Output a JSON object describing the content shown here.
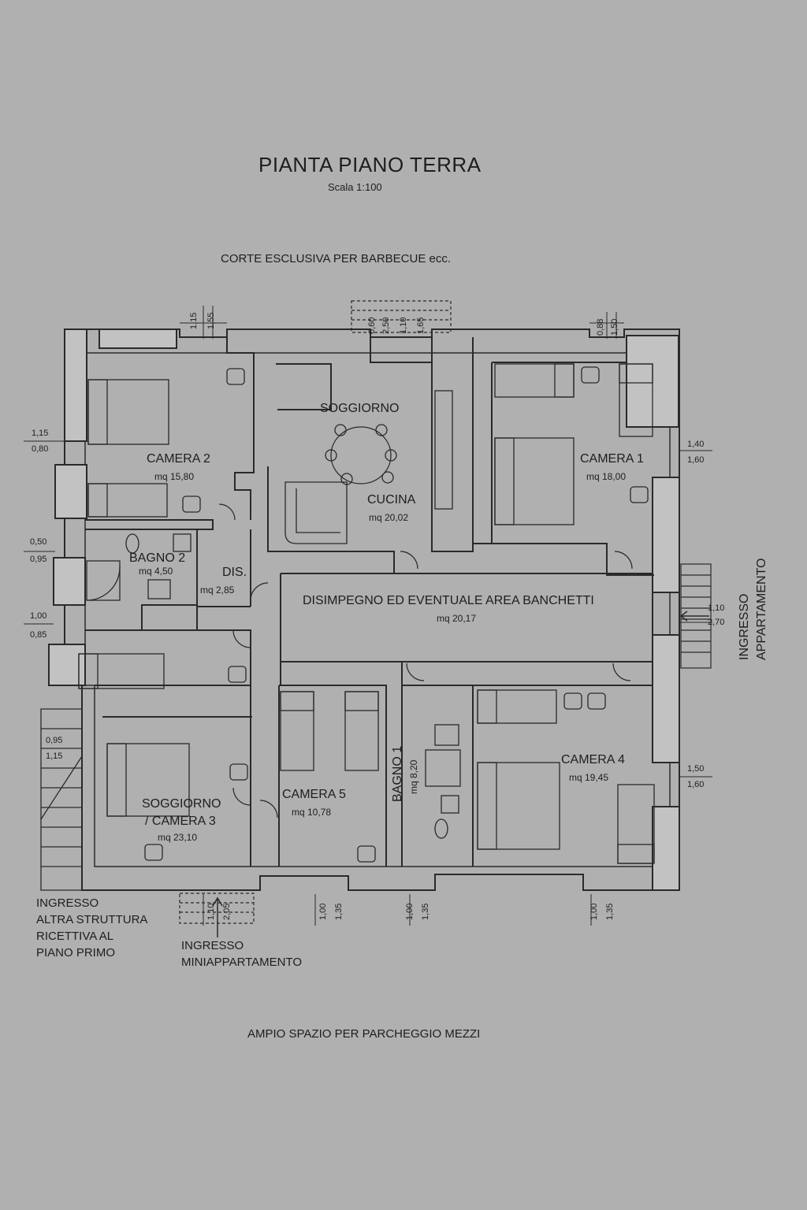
{
  "header": {
    "title": "PIANTA PIANO TERRA",
    "scale": "Scala 1:100"
  },
  "surroundings": {
    "top": "CORTE ESCLUSIVA PER BARBECUE ecc.",
    "bottom": "AMPIO SPAZIO PER PARCHEGGIO MEZZI"
  },
  "rooms": {
    "camera2": {
      "name": "CAMERA 2",
      "area": "mq 15,80"
    },
    "soggiorno": {
      "name": "SOGGIORNO"
    },
    "cucina": {
      "name": "CUCINA",
      "area": "mq 20,02"
    },
    "camera1": {
      "name": "CAMERA 1",
      "area": "mq 18,00"
    },
    "bagno2": {
      "name": "BAGNO 2",
      "area": "mq 4,50"
    },
    "dis": {
      "name": "DIS.",
      "area": "mq 2,85"
    },
    "disimpegno": {
      "name": "DISIMPEGNO ED EVENTUALE AREA BANCHETTI",
      "area": "mq 20,17"
    },
    "camera4": {
      "name": "CAMERA 4",
      "area": "mq 19,45"
    },
    "bagno1": {
      "name": "BAGNO 1",
      "area": "mq 8,20"
    },
    "camera5": {
      "name": "CAMERA 5",
      "area": "mq 10,78"
    },
    "soggiornoCamera3": {
      "line1": "SOGGIORNO",
      "line2": "/ CAMERA 3",
      "area": "mq 23,10"
    }
  },
  "entrances": {
    "appartamento_line1": "INGRESSO",
    "appartamento_line2": "APPARTAMENTO",
    "altra_struttura": [
      "INGRESSO",
      "ALTRA STRUTTURA",
      "RICETTIVA AL",
      "PIANO PRIMO"
    ],
    "mini": [
      "INGRESSO",
      "MINIAPPARTAMENTO"
    ]
  },
  "dimensions": {
    "top_cam2_a": "1,15",
    "top_cam2_b": "1,55",
    "top_sogg_a": "0,60",
    "top_sogg_b": "2,50",
    "top_sogg_c": "1,10",
    "top_sogg_d": "1,65",
    "top_cam1_a": "0,88",
    "top_cam1_b": "1,50",
    "left_1_a": "1,15",
    "left_1_b": "0,80",
    "left_2_a": "0,50",
    "left_2_b": "0,95",
    "left_3_a": "1,00",
    "left_3_b": "0,85",
    "left_4_a": "0,95",
    "left_4_b": "1,15",
    "right_1_a": "1,40",
    "right_1_b": "1,60",
    "right_2_a": "1,10",
    "right_2_b": "2,70",
    "right_3_a": "1,50",
    "right_3_b": "1,60",
    "bot_mini_a": "1,10",
    "bot_mini_b": "2,05",
    "bot_cam5_a": "1,00",
    "bot_cam5_b": "1,35",
    "bot_bagno_a": "1,00",
    "bot_bagno_b": "1,35",
    "bot_cam4_a": "1,00",
    "bot_cam4_b": "1,35"
  },
  "colors": {
    "background": "#b0b0b0",
    "ink": "#1e1e1e"
  }
}
